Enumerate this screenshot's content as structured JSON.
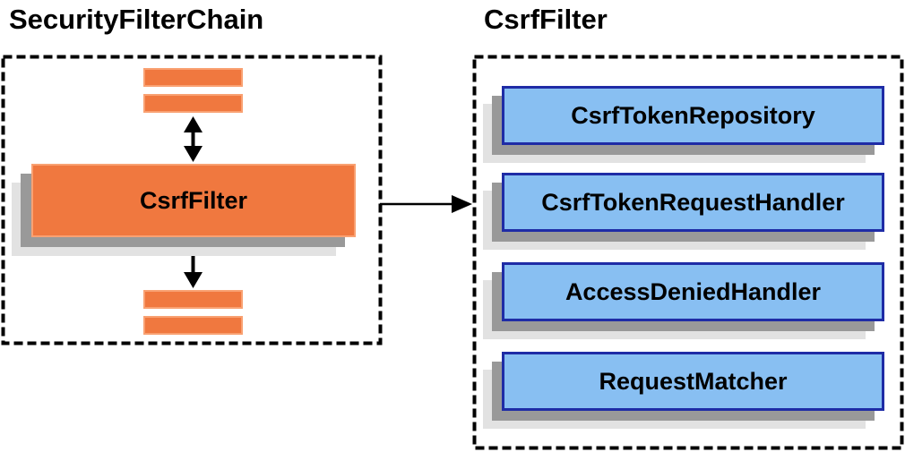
{
  "diagram": {
    "left_panel": {
      "title": "SecurityFilterChain",
      "filter_box_label": "CsrfFilter"
    },
    "right_panel": {
      "title": "CsrfFilter",
      "components": [
        {
          "label": "CsrfTokenRepository"
        },
        {
          "label": "CsrfTokenRequestHandler"
        },
        {
          "label": "AccessDeniedHandler"
        },
        {
          "label": "RequestMatcher"
        }
      ]
    },
    "colors": {
      "orange_fill": "#F0783F",
      "orange_border": "#F9A172",
      "blue_fill": "#88BFF2",
      "blue_border": "#1F2CA6",
      "shadow_dark": "#999999",
      "shadow_light": "#E2E2E2",
      "line_color": "#000000"
    }
  }
}
